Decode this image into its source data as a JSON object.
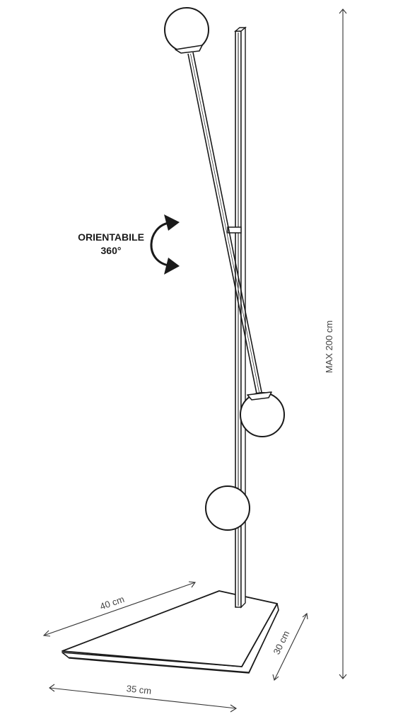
{
  "annotation": {
    "line1": "ORIENTABILE",
    "line2": "360°"
  },
  "dimensions": {
    "height": "MAX 200 cm",
    "base_back": "40 cm",
    "base_side": "30 cm",
    "base_front": "35 cm"
  },
  "colors": {
    "ink": "#1a1a1a",
    "dimension_ink": "#333333",
    "background": "#ffffff"
  }
}
